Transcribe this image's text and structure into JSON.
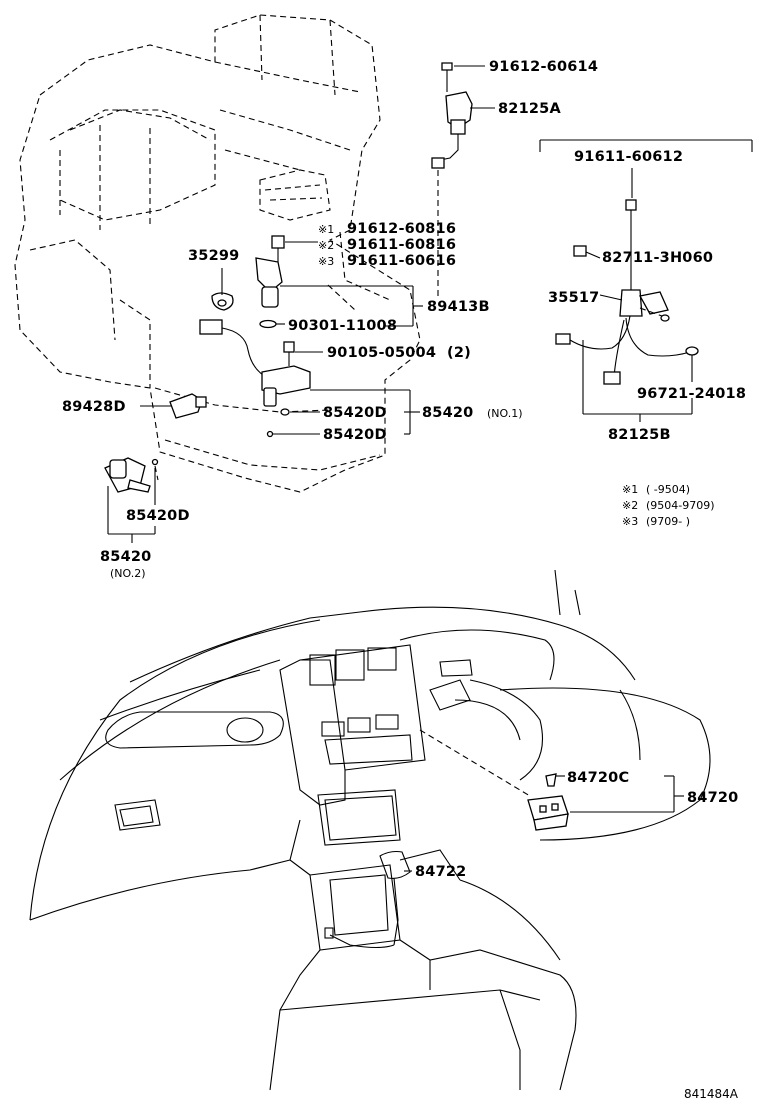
{
  "labels": {
    "bolt_top": "91612-60614",
    "sensor_a": "82125A",
    "bolt_right": "91611-60612",
    "note1_part": "91612-60816",
    "note2_part": "91611-60816",
    "note3_part": "91611-60616",
    "gasket_left": "35299",
    "bracket_right": "82711-3H060",
    "sensor_right": "35517",
    "sensor_b": "89413B",
    "oring": "90301-11008",
    "bolt_mid": "90105-05004",
    "bolt_mid_qty": "(2)",
    "sensor_left": "89428D",
    "seal_1": "85420D",
    "solenoid": "85420",
    "solenoid_no1": "(NO.1)",
    "seal_2": "85420D",
    "clamp_right": "96721-24018",
    "harness_b": "82125B",
    "seal_3": "85420D",
    "solenoid_2": "85420",
    "solenoid_no2": "(NO.2)",
    "switch_cap": "84720C",
    "switch": "84720",
    "shift_sw": "84722",
    "diagram_ref": "841484A"
  },
  "notes": {
    "n1_mark": "※1",
    "n2_mark": "※2",
    "n3_mark": "※3",
    "n1_range": "(       -9504)",
    "n2_range": "(9504-9709)",
    "n3_range": "(9709-       )"
  }
}
